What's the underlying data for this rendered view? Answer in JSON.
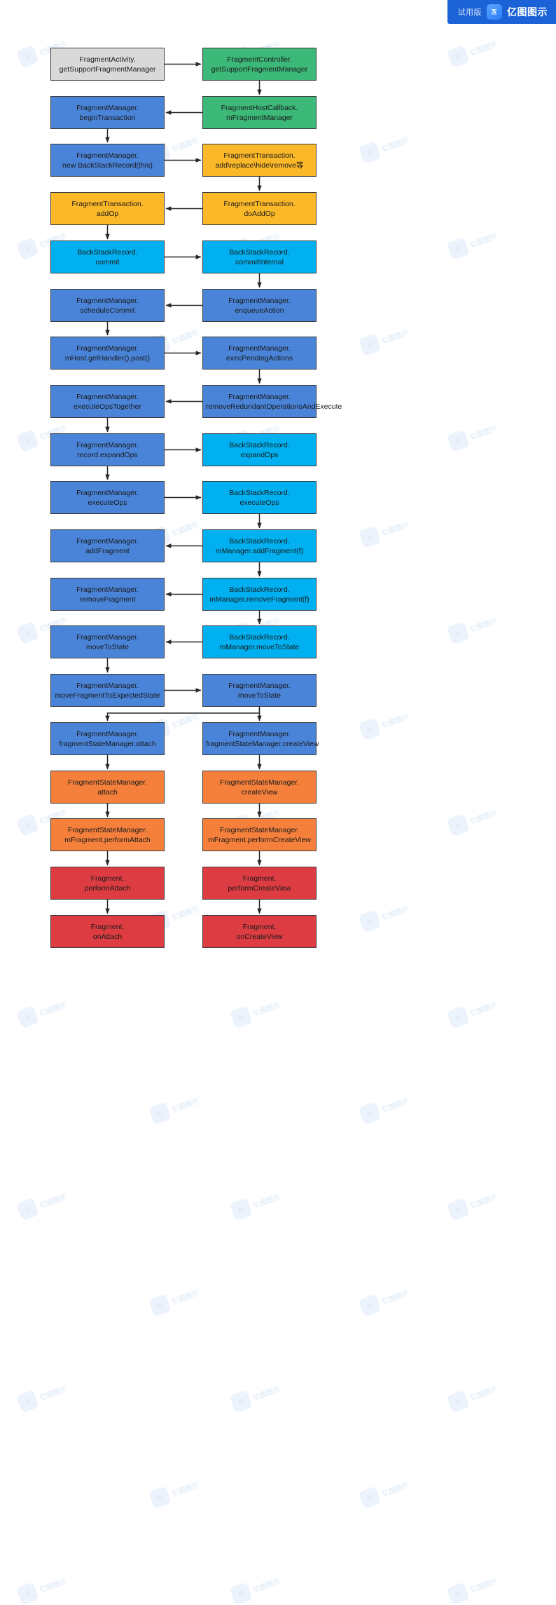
{
  "brand": {
    "trial_label": "试用版",
    "name": "亿图图示",
    "logo_icon": "edraw-logo-icon",
    "accent_color": "#1a62d6"
  },
  "watermark": {
    "text": "亿图图示",
    "icon": "edraw-watermark-icon"
  },
  "palette": {
    "grey": "#d9d9d9",
    "green": "#3cb878",
    "blue": "#4a84d8",
    "orange": "#fbb829",
    "cyan": "#00b0f0",
    "peach": "#f4803c",
    "red": "#dd3d42",
    "stroke": "#3a3a3a",
    "arrow": "#262626"
  },
  "chart_data": {
    "type": "diagram",
    "title": "Fragment add/replace call-chain flowchart",
    "columns": [
      "left",
      "right"
    ],
    "nodes": [
      {
        "id": "n1",
        "col": "left",
        "row": 1,
        "color": "grey",
        "line1": "FragmentActivity.",
        "line2": "getSupportFragmentManager"
      },
      {
        "id": "n2",
        "col": "right",
        "row": 1,
        "color": "green",
        "line1": "FragmentController.",
        "line2": "getSupportFragmentManager"
      },
      {
        "id": "n3",
        "col": "left",
        "row": 2,
        "color": "blue",
        "line1": "FragmentManager.",
        "line2": "beginTransaction"
      },
      {
        "id": "n4",
        "col": "right",
        "row": 2,
        "color": "green",
        "line1": "FragmentHostCallback.",
        "line2": "mFragmentManager"
      },
      {
        "id": "n5",
        "col": "left",
        "row": 3,
        "color": "blue",
        "line1": "FragmentManager.",
        "line2": "new BackStackRecord(this)"
      },
      {
        "id": "n6",
        "col": "right",
        "row": 3,
        "color": "orange",
        "line1": "FragmentTransaction.",
        "line2": "add\\replace\\hide\\remove等"
      },
      {
        "id": "n7",
        "col": "left",
        "row": 4,
        "color": "orange",
        "line1": "FragmentTransaction.",
        "line2": "addOp"
      },
      {
        "id": "n8",
        "col": "right",
        "row": 4,
        "color": "orange",
        "line1": "FragmentTransaction.",
        "line2": "doAddOp"
      },
      {
        "id": "n9",
        "col": "left",
        "row": 5,
        "color": "cyan",
        "line1": "BackStackRecord.",
        "line2": "commit"
      },
      {
        "id": "n10",
        "col": "right",
        "row": 5,
        "color": "cyan",
        "line1": "BackStackRecord.",
        "line2": "commitInternal"
      },
      {
        "id": "n11",
        "col": "left",
        "row": 6,
        "color": "blue",
        "line1": "FragmentManager.",
        "line2": "scheduleCommit"
      },
      {
        "id": "n12",
        "col": "right",
        "row": 6,
        "color": "blue",
        "line1": "FragmentManager.",
        "line2": "enqueueAction"
      },
      {
        "id": "n13",
        "col": "left",
        "row": 7,
        "color": "blue",
        "line1": "FragmentManager.",
        "line2": "mHost.getHandler().post()"
      },
      {
        "id": "n14",
        "col": "right",
        "row": 7,
        "color": "blue",
        "line1": "FragmentManager.",
        "line2": "execPendingActions"
      },
      {
        "id": "n15",
        "col": "left",
        "row": 8,
        "color": "blue",
        "line1": "FragmentManager.",
        "line2": "executeOpsTogether"
      },
      {
        "id": "n16",
        "col": "right",
        "row": 8,
        "color": "blue",
        "line1": "FragmentManager.",
        "line2": "removeRedundantOperationsAndExecute"
      },
      {
        "id": "n17",
        "col": "left",
        "row": 9,
        "color": "blue",
        "line1": "FragmentManager.",
        "line2": "record.expandOps"
      },
      {
        "id": "n18",
        "col": "right",
        "row": 9,
        "color": "cyan",
        "line1": "BackStackRecord.",
        "line2": "expandOps"
      },
      {
        "id": "n19",
        "col": "left",
        "row": 10,
        "color": "blue",
        "line1": "FragmentManager.",
        "line2": "executeOps"
      },
      {
        "id": "n20",
        "col": "right",
        "row": 10,
        "color": "cyan",
        "line1": "BackStackRecord.",
        "line2": "executeOps"
      },
      {
        "id": "n21",
        "col": "left",
        "row": 11,
        "color": "blue",
        "line1": "FragmentManager.",
        "line2": "addFragment"
      },
      {
        "id": "n22",
        "col": "right",
        "row": 11,
        "color": "cyan",
        "line1": "BackStackRecord.",
        "line2": "mManager.addFragment(f)"
      },
      {
        "id": "n23",
        "col": "left",
        "row": 12,
        "color": "blue",
        "line1": "FragmentManager.",
        "line2": "removeFragment"
      },
      {
        "id": "n24",
        "col": "right",
        "row": 12,
        "color": "cyan",
        "line1": "BackStackRecord.",
        "line2": "mManager.removeFragment(f)"
      },
      {
        "id": "n25",
        "col": "left",
        "row": 13,
        "color": "blue",
        "line1": "FragmentManager.",
        "line2": "moveToState"
      },
      {
        "id": "n26",
        "col": "right",
        "row": 13,
        "color": "cyan",
        "line1": "BackStackRecord.",
        "line2": "mManager.moveToState"
      },
      {
        "id": "n27",
        "col": "left",
        "row": 14,
        "color": "blue",
        "line1": "FragmentManager.",
        "line2": "moveFragmentToExpectedState"
      },
      {
        "id": "n28",
        "col": "right",
        "row": 14,
        "color": "blue",
        "line1": "FragmentManager.",
        "line2": "moveToState"
      },
      {
        "id": "n29",
        "col": "left",
        "row": 15,
        "color": "blue",
        "line1": "FragmentManager.",
        "line2": "fragmentStateManager.attach"
      },
      {
        "id": "n30",
        "col": "right",
        "row": 15,
        "color": "blue",
        "line1": "FragmentManager.",
        "line2": "fragmentStateManager.createView"
      },
      {
        "id": "n31",
        "col": "left",
        "row": 16,
        "color": "peach",
        "line1": "FragmentStateManager.",
        "line2": "attach"
      },
      {
        "id": "n32",
        "col": "right",
        "row": 16,
        "color": "peach",
        "line1": "FragmentStateManager.",
        "line2": "createView"
      },
      {
        "id": "n33",
        "col": "left",
        "row": 17,
        "color": "peach",
        "line1": "FragmentStateManager.",
        "line2": "mFragment.performAttach"
      },
      {
        "id": "n34",
        "col": "right",
        "row": 17,
        "color": "peach",
        "line1": "FragmentStateManager.",
        "line2": "mFragment.performCreateView"
      },
      {
        "id": "n35",
        "col": "left",
        "row": 18,
        "color": "red",
        "line1": "Fragment.",
        "line2": "performAttach"
      },
      {
        "id": "n36",
        "col": "right",
        "row": 18,
        "color": "red",
        "line1": "Fragment.",
        "line2": "performCreateView"
      },
      {
        "id": "n37",
        "col": "left",
        "row": 19,
        "color": "red",
        "line1": "Fragment.",
        "line2": "onAttach"
      },
      {
        "id": "n38",
        "col": "right",
        "row": 19,
        "color": "red",
        "line1": "Fragment.",
        "line2": "onCreateView"
      }
    ],
    "edges": [
      {
        "from": "n1",
        "to": "n2",
        "dir": "right"
      },
      {
        "from": "n2",
        "to": "n4",
        "dir": "down"
      },
      {
        "from": "n4",
        "to": "n3",
        "dir": "left"
      },
      {
        "from": "n3",
        "to": "n5",
        "dir": "down"
      },
      {
        "from": "n5",
        "to": "n6",
        "dir": "right"
      },
      {
        "from": "n6",
        "to": "n8",
        "dir": "down"
      },
      {
        "from": "n8",
        "to": "n7",
        "dir": "left"
      },
      {
        "from": "n7",
        "to": "n9",
        "dir": "down"
      },
      {
        "from": "n9",
        "to": "n10",
        "dir": "right"
      },
      {
        "from": "n10",
        "to": "n12",
        "dir": "down"
      },
      {
        "from": "n12",
        "to": "n11",
        "dir": "left"
      },
      {
        "from": "n11",
        "to": "n13",
        "dir": "down"
      },
      {
        "from": "n13",
        "to": "n14",
        "dir": "right"
      },
      {
        "from": "n14",
        "to": "n16",
        "dir": "down"
      },
      {
        "from": "n16",
        "to": "n15",
        "dir": "left"
      },
      {
        "from": "n15",
        "to": "n17",
        "dir": "down"
      },
      {
        "from": "n17",
        "to": "n18",
        "dir": "right"
      },
      {
        "from": "n17",
        "to": "n19",
        "dir": "down"
      },
      {
        "from": "n19",
        "to": "n20",
        "dir": "right"
      },
      {
        "from": "n20",
        "to": "n22",
        "dir": "down"
      },
      {
        "from": "n22",
        "to": "n21",
        "dir": "left"
      },
      {
        "from": "n22",
        "to": "n24",
        "dir": "down"
      },
      {
        "from": "n24",
        "to": "n23",
        "dir": "left"
      },
      {
        "from": "n24",
        "to": "n26",
        "dir": "down"
      },
      {
        "from": "n26",
        "to": "n25",
        "dir": "left"
      },
      {
        "from": "n25",
        "to": "n27",
        "dir": "down"
      },
      {
        "from": "n27",
        "to": "n28",
        "dir": "right"
      },
      {
        "from": "n28",
        "to": "n30",
        "dir": "down"
      },
      {
        "from": "n28",
        "to": "n29",
        "dir": "elbow-left"
      },
      {
        "from": "n29",
        "to": "n31",
        "dir": "down"
      },
      {
        "from": "n30",
        "to": "n32",
        "dir": "down"
      },
      {
        "from": "n31",
        "to": "n33",
        "dir": "down"
      },
      {
        "from": "n32",
        "to": "n34",
        "dir": "down"
      },
      {
        "from": "n33",
        "to": "n35",
        "dir": "down"
      },
      {
        "from": "n34",
        "to": "n36",
        "dir": "down"
      },
      {
        "from": "n35",
        "to": "n37",
        "dir": "down"
      },
      {
        "from": "n36",
        "to": "n38",
        "dir": "down"
      }
    ]
  }
}
